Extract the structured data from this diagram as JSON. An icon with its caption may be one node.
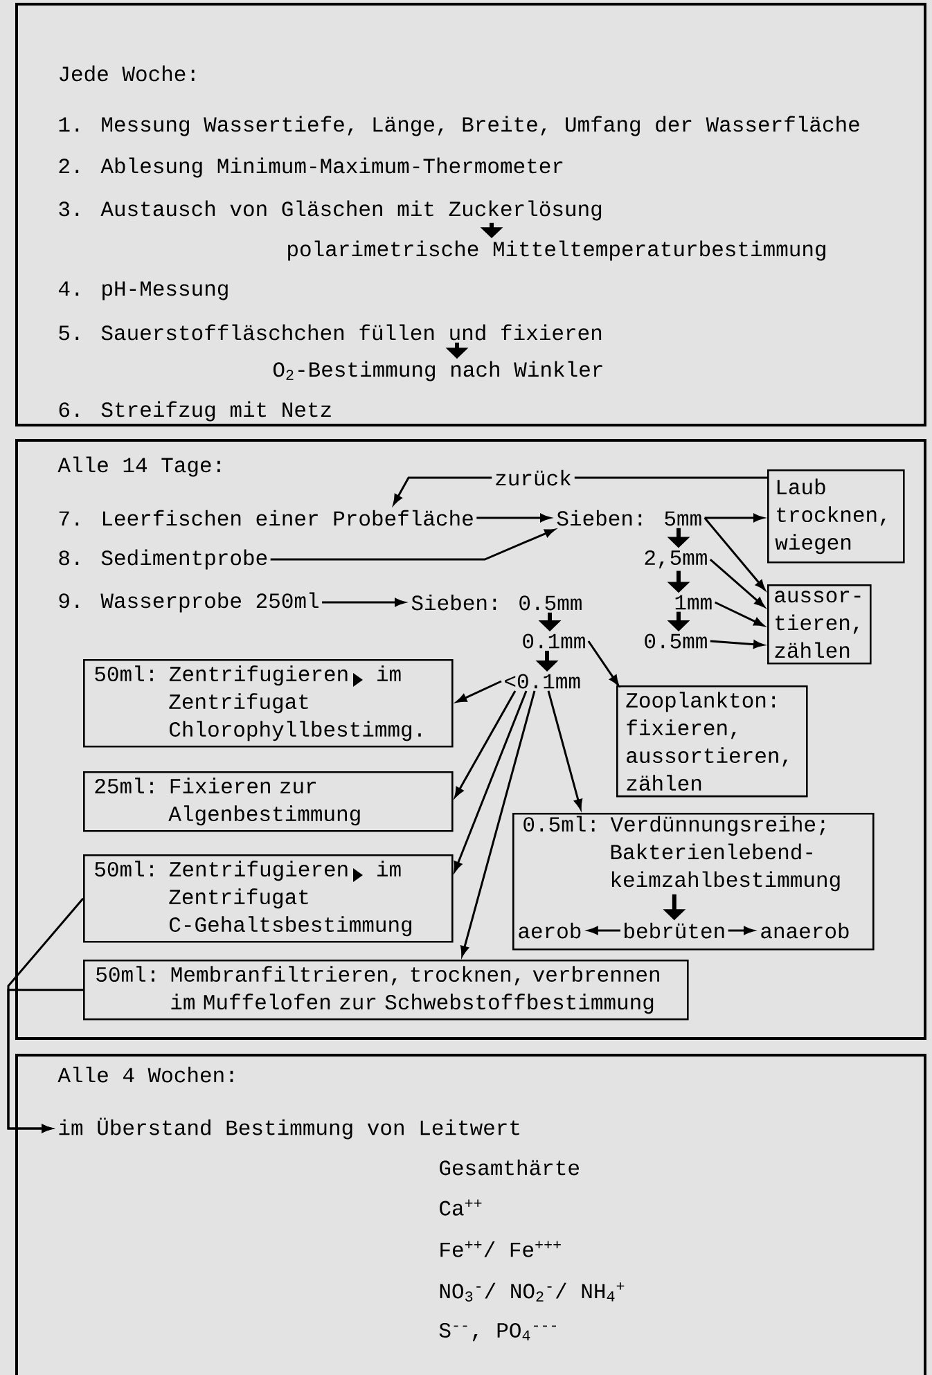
{
  "diagram": {
    "nodes": [
      {
        "text": [
          "Jede Woche:"
        ]
      },
      {
        "text": [
          "1. Messung Wassertiefe, Länge, Breite, Umfang der Wasserfläche"
        ],
        "in": 0
      },
      {
        "text": [
          "2. Ablesung Minimum-Maximum-Thermometer"
        ],
        "in": 0
      },
      {
        "text": [
          "3. Austausch von Gläschen mit Zuckerlösung"
        ],
        "in": 0
      },
      {
        "text": [
          "polarimetrische Mitteltemperaturbestimmung"
        ],
        "in": 0
      },
      {
        "text": [
          "4. pH-Messung"
        ],
        "in": 0
      },
      {
        "text": [
          "5. Sauerstoffläschchen füllen und fixieren"
        ],
        "in": 0
      },
      {
        "text": [
          "O$_{2}$-Bestimmung nach Winkler"
        ],
        "in": 0
      },
      {
        "text": [
          "6. Streifzug mit Netz"
        ],
        "in": 0
      },
      {
        "text": [
          "Alle 14 Tage:"
        ]
      },
      {
        "text": [
          "7. Leerfischen einer Probefläche"
        ],
        "in": 9
      },
      {
        "text": [
          "8. Sedimentprobe"
        ],
        "in": 9
      },
      {
        "text": [
          "9. Wasserprobe 250ml"
        ],
        "in": 9
      },
      {
        "text": [
          "Sieben: 5mm"
        ],
        "in": 9
      },
      {
        "text": [
          "2,5mm"
        ],
        "in": 9
      },
      {
        "text": [
          "1mm"
        ],
        "in": 9
      },
      {
        "text": [
          "0.5mm"
        ],
        "in": 9
      },
      {
        "text": [
          "Sieben: 0.5mm"
        ],
        "in": 9
      },
      {
        "text": [
          "0.1mm"
        ],
        "in": 9
      },
      {
        "text": [
          "<0.1mm"
        ],
        "in": 9
      },
      {
        "text": [
          "Laub trocknen, wiegen"
        ],
        "in": 9
      },
      {
        "text": [
          "aussor- tieren, zählen"
        ],
        "in": 9
      },
      {
        "text": [
          "50ml: Zentrifugieren",
          "im Zentrifugat Chlorophyllbestimmg."
        ],
        "in": 9
      },
      {
        "text": [
          "25ml: Fixieren zur Algenbestimmung"
        ],
        "in": 9
      },
      {
        "text": [
          "50ml: Zentrifugieren",
          "im Zentrifugat C-Gehaltsbestimmung"
        ],
        "in": 9
      },
      {
        "text": [
          "Zooplankton: fixieren, aussortieren, zählen"
        ],
        "in": 9
      },
      {
        "text": [],
        "shape": "box",
        "in": 9
      },
      {
        "text": [
          "0.5ml: Verdünnungsreihe; Bakterienlebend- keimzahlbestimmung"
        ],
        "in": 26
      },
      {
        "text": [
          "aerob"
        ],
        "in": 26
      },
      {
        "text": [
          "bebrüten"
        ],
        "in": 26
      },
      {
        "text": [
          "anaerob"
        ],
        "in": 26
      },
      {
        "text": [
          "50ml: Membranfiltrieren, trocknen, verbrennen im Muffelofen zur Schwebstoffbestimmung"
        ],
        "in": 9
      },
      {
        "text": [
          "Alle 4 Wochen:"
        ]
      },
      {
        "text": [
          "im Überstand Bestimmung von Leitwert"
        ],
        "in": 32
      },
      {
        "text": [
          "Gesamthärte"
        ],
        "in": 32
      },
      {
        "text": [
          "Ca$^{++}$"
        ],
        "in": 32
      },
      {
        "text": [
          "Fe$^{++}$/ Fe$^{+++}$"
        ],
        "in": 32
      },
      {
        "text": [
          "NO$_{3}$$^{-}$/ NO$_{2}$$^{-}$/ NH$_{4}$$^{+}$"
        ],
        "in": 32
      },
      {
        "text": [
          "S$^{--}$, PO$_{4}$$^{---}$"
        ],
        "in": 32
      }
    ],
    "edges": [
      {
        "from": 3,
        "to": 4,
        "arrow": "to",
        "style": "thick"
      },
      {
        "from": 6,
        "to": 7,
        "arrow": "to",
        "style": "thick"
      },
      {
        "from": 20,
        "to": 10,
        "arrow": "to",
        "label": "zurück"
      },
      {
        "from": 10,
        "to": 13,
        "arrow": "to"
      },
      {
        "from": 11,
        "to": 13,
        "arrow": "to"
      },
      {
        "from": 13,
        "to": 20,
        "arrow": "to"
      },
      {
        "from": 13,
        "to": 21,
        "arrow": "to"
      },
      {
        "from": 13,
        "to": 14,
        "arrow": "to",
        "style": "thick"
      },
      {
        "from": 14,
        "to": 21,
        "arrow": "to"
      },
      {
        "from": 14,
        "to": 15,
        "arrow": "to",
        "style": "thick"
      },
      {
        "from": 15,
        "to": 21,
        "arrow": "to"
      },
      {
        "from": 15,
        "to": 16,
        "arrow": "to",
        "style": "thick"
      },
      {
        "from": 16,
        "to": 21,
        "arrow": "to"
      },
      {
        "from": 12,
        "to": 17,
        "arrow": "to"
      },
      {
        "from": 17,
        "to": 18,
        "arrow": "to",
        "style": "thick"
      },
      {
        "from": 18,
        "to": 19,
        "arrow": "to",
        "style": "thick"
      },
      {
        "from": 18,
        "to": 25,
        "arrow": "to"
      },
      {
        "from": 19,
        "to": 22,
        "arrow": "to"
      },
      {
        "from": 19,
        "to": 23,
        "arrow": "to"
      },
      {
        "from": 19,
        "to": 24,
        "arrow": "to"
      },
      {
        "from": 19,
        "to": 31,
        "arrow": "to"
      },
      {
        "from": 19,
        "to": 26,
        "arrow": "to"
      },
      {
        "from": 27,
        "to": 29,
        "arrow": "to",
        "style": "thick"
      },
      {
        "from": 29,
        "to": 28,
        "arrow": "to"
      },
      {
        "from": 29,
        "to": 30,
        "arrow": "to"
      },
      {
        "from": 24,
        "to": 33,
        "arrow": "to"
      },
      {
        "from": 31,
        "to": 33,
        "arrow": "to"
      }
    ]
  }
}
